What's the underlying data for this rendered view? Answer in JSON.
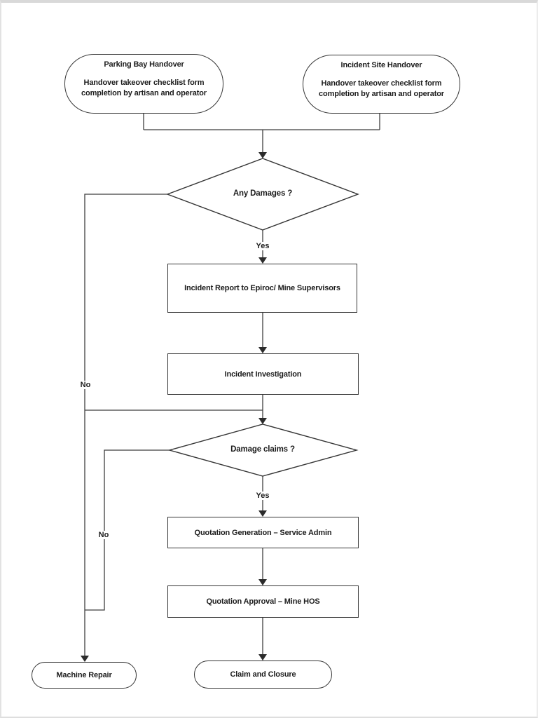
{
  "page": {
    "edge_color": "#d9d9d9",
    "background": "#ffffff"
  },
  "colors": {
    "line": "#3f3f3f",
    "shape_border": "#353535",
    "text": "#1c1c1c"
  },
  "nodes": {
    "parking_bay": {
      "title": "Parking Bay Handover",
      "body_lines": [
        "Handover takeover checklist form",
        "completion by artisan and operator"
      ]
    },
    "incident_site": {
      "title": "Incident Site Handover",
      "body_lines": [
        "Handover takeover checklist form",
        "completion by artisan and operator"
      ]
    },
    "any_damages": {
      "label": "Any Damages ?"
    },
    "incident_report": {
      "label": "Incident Report to Epiroc/ Mine Supervisors"
    },
    "incident_investigation": {
      "label": "Incident Investigation"
    },
    "damage_claims": {
      "label": "Damage claims ?"
    },
    "quotation_generation": {
      "label": "Quotation Generation – Service Admin"
    },
    "quotation_approval": {
      "label": "Quotation Approval – Mine HOS"
    },
    "machine_repair": {
      "label": "Machine Repair"
    },
    "claim_closure": {
      "label": "Claim and Closure"
    }
  },
  "edge_labels": {
    "any_damages_yes": "Yes",
    "any_damages_no": "No",
    "damage_claims_yes": "Yes",
    "damage_claims_no": "No"
  }
}
